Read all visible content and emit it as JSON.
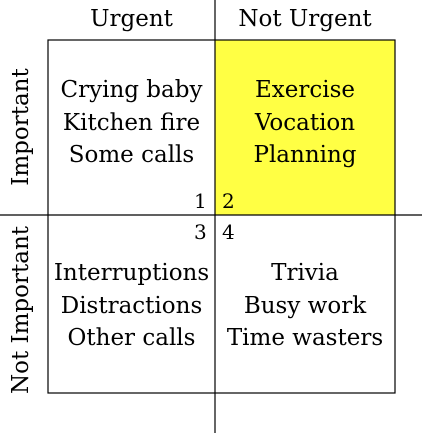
{
  "columns": [
    "Urgent",
    "Not Urgent"
  ],
  "rows": [
    "Important",
    "Not Important"
  ],
  "quadrants": [
    {
      "number": "1",
      "items": [
        "Crying baby",
        "Kitchen fire",
        "Some calls"
      ],
      "highlight": false
    },
    {
      "number": "2",
      "items": [
        "Exercise",
        "Vocation",
        "Planning"
      ],
      "highlight": true
    },
    {
      "number": "3",
      "items": [
        "Interruptions",
        "Distractions",
        "Other calls"
      ],
      "highlight": false
    },
    {
      "number": "4",
      "items": [
        "Trivia",
        "Busy work",
        "Time wasters"
      ],
      "highlight": false
    }
  ],
  "colors": {
    "highlight": "#ffff44",
    "line": "#000000"
  }
}
